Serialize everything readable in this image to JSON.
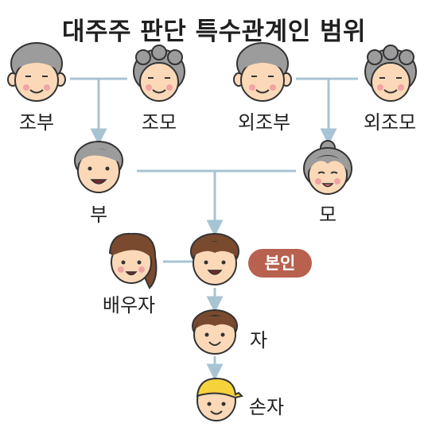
{
  "title": "대주주 판단 특수관계인 범위",
  "people": {
    "grandfather": "조부",
    "grandmother": "조모",
    "maternal_grandfather": "외조부",
    "maternal_grandmother": "외조모",
    "father": "부",
    "mother": "모",
    "spouse": "배우자",
    "self_badge": "본인",
    "child": "자",
    "grandchild": "손자"
  },
  "colors": {
    "connector": "#a7c4d4",
    "badge": "#b8614e",
    "skin": "#fbd9b8",
    "gray_hair": "#9c9c9c",
    "brown_hair": "#7a4a2e",
    "cap": "#f6d33c"
  }
}
